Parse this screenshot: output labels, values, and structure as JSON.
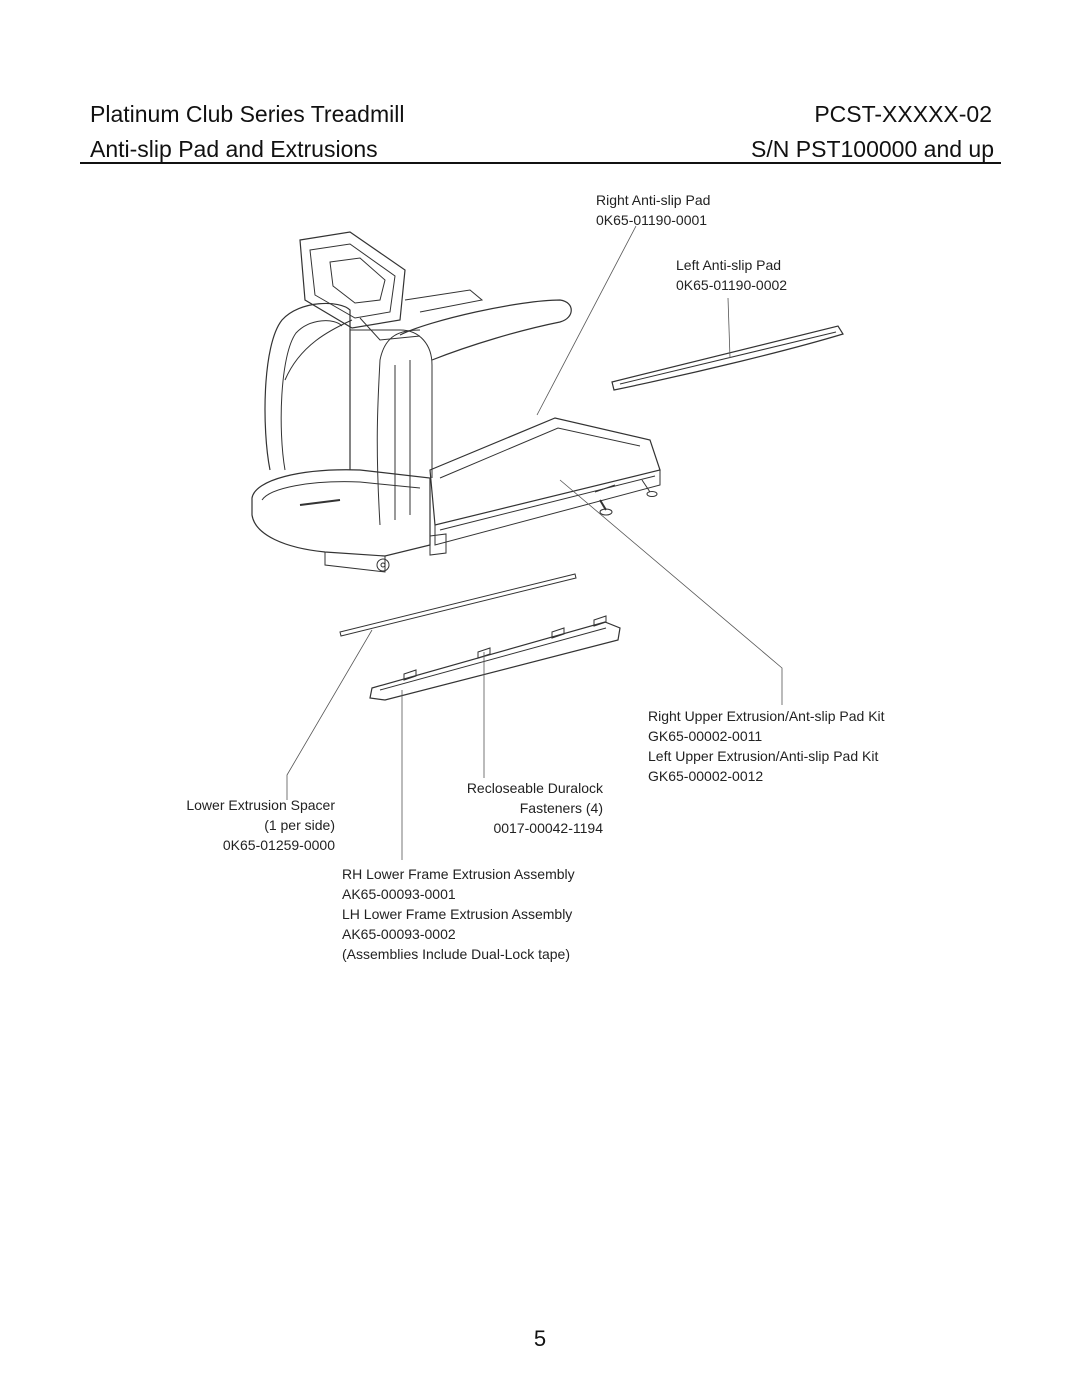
{
  "header": {
    "title_line1": "Platinum Club Series Treadmill",
    "title_line2": "Anti-slip Pad and Extrusions",
    "doc_code": "PCST-XXXXX-02",
    "serial": "S/N PST100000 and up"
  },
  "parts": {
    "right_pad": {
      "name": "Right Anti-slip Pad",
      "number": "0K65-01190-0001"
    },
    "left_pad": {
      "name": "Left Anti-slip Pad",
      "number": "0K65-01190-0002"
    },
    "upper_kit": {
      "right_name": "Right Upper Extrusion/Ant-slip Pad Kit",
      "right_number": "GK65-00002-0011",
      "left_name": "Left Upper Extrusion/Anti-slip Pad Kit",
      "left_number": "GK65-00002-0012"
    },
    "duralock": {
      "line1": "Recloseable Duralock",
      "line2": "Fasteners (4)",
      "number": "0017-00042-1194"
    },
    "spacer": {
      "name": "Lower Extrusion Spacer",
      "qty": "(1 per side)",
      "number": "0K65-01259-0000"
    },
    "lower_frame": {
      "rh_name": "RH Lower Frame Extrusion Assembly",
      "rh_number": "AK65-00093-0001",
      "lh_name": "LH Lower Frame Extrusion Assembly",
      "lh_number": "AK65-00093-0002",
      "note": "(Assemblies Include Dual-Lock tape)"
    }
  },
  "page_number": "5"
}
